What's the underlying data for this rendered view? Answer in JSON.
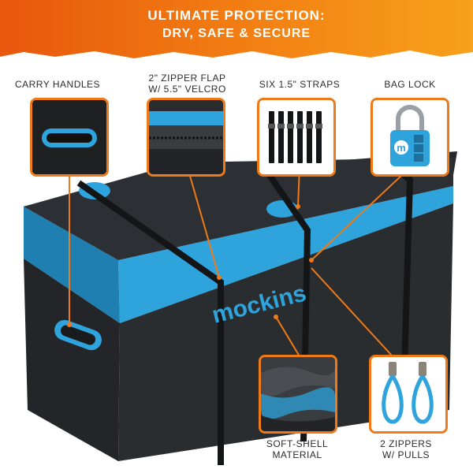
{
  "banner": {
    "line1": "ULTIMATE PROTECTION:",
    "line2": "DRY, SAFE & SECURE",
    "colors": {
      "start": "#e8570d",
      "end": "#f7a11c"
    }
  },
  "features": {
    "carry_handles": "CARRY HANDLES",
    "zipper_flap_line1": "2\" ZIPPER FLAP",
    "zipper_flap_line2": "W/ 5.5\" VELCRO",
    "straps": "SIX 1.5\" STRAPS",
    "bag_lock": "BAG LOCK",
    "soft_shell_line1": "SOFT-SHELL",
    "soft_shell_line2": "MATERIAL",
    "zippers_line1": "2 ZIPPERS",
    "zippers_line2": "W/ PULLS"
  },
  "product": {
    "brand": "mockins",
    "lock_letter": "m",
    "colors": {
      "body": "#2a2d30",
      "accent": "#2ea3dc",
      "callout_border": "#f07a18",
      "leader": "#f07a18"
    }
  }
}
